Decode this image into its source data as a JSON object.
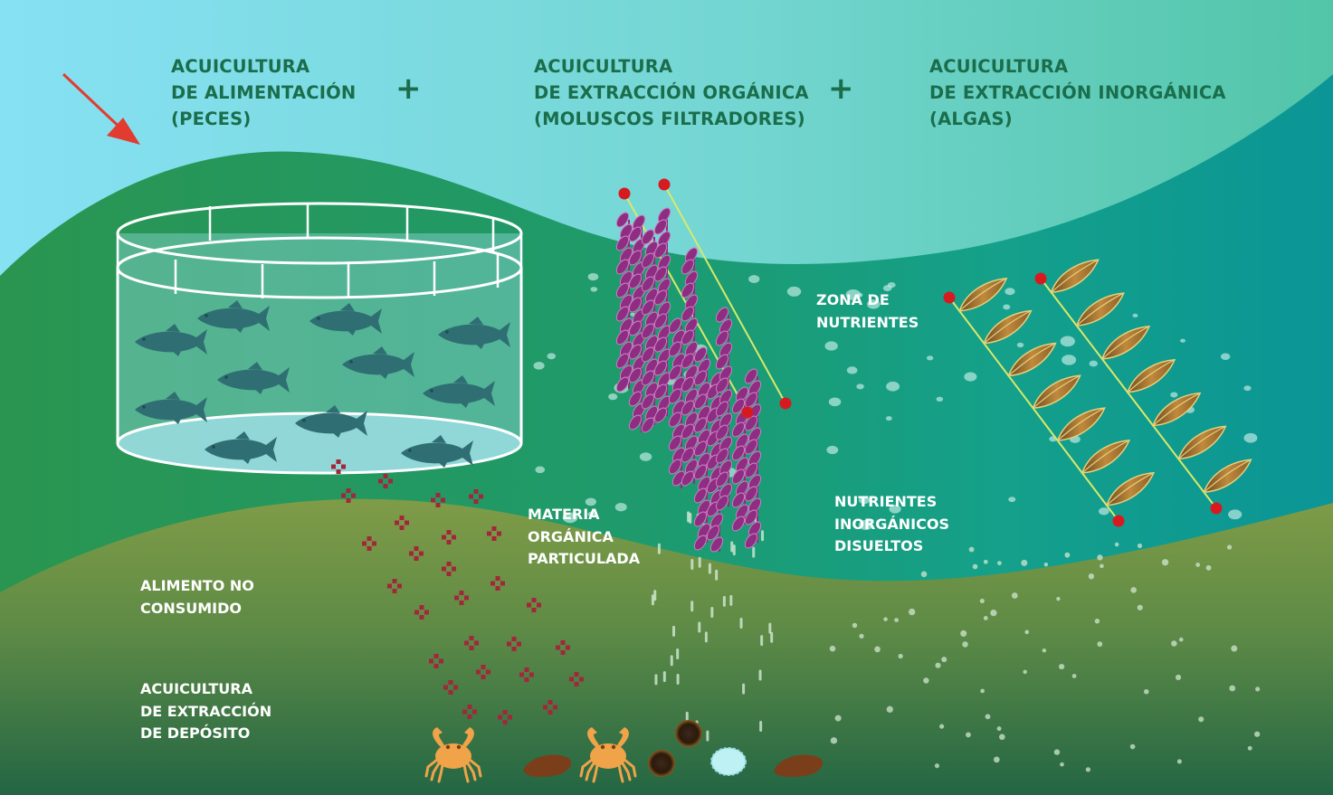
{
  "titles": {
    "feeding": [
      "ACUICULTURA",
      "DE ALIMENTACIÓN",
      "(PECES)"
    ],
    "organic": [
      "ACUICULTURA",
      "DE EXTRACCIÓN ORGÁNICA",
      "(MOLUSCOS FILTRADORES)"
    ],
    "inorganic": [
      "ACUICULTURA",
      "DE EXTRACCIÓN INORGÁNICA",
      "(ALGAS)"
    ],
    "plus": "+"
  },
  "labels": {
    "nutrient_zone": [
      "ZONA DE",
      "NUTRIENTES"
    ],
    "particulate": [
      "MATERIA",
      "ORGÁNICA",
      "PARTICULADA"
    ],
    "dissolved": [
      "NUTRIENTES",
      "INORGÁNICOS",
      "DISUELTOS"
    ],
    "unconsumed": [
      "ALIMENTO NO",
      "CONSUMIDO"
    ],
    "deposit": [
      "ACUICULTURA",
      "DE EXTRACCIÓN",
      "DE DEPÓSITO"
    ]
  },
  "colors": {
    "sky_top": "#86e1f3",
    "water_band": "#2f9a54",
    "sea_teal": "#0ea28e",
    "seabed_olive": "#7c9a45",
    "seabed_dark": "#276b45",
    "title_text": "#1a6e4c",
    "fish": "#2f6f73",
    "mussel": "#8e2d82",
    "kelp": "#a5712a",
    "buoy": "#d71a20",
    "line": "#d8e96a",
    "feed": "#a3263a",
    "crab": "#f0a349",
    "arrow": "#e23b2f"
  },
  "icons": [
    "arrow-icon",
    "fish-icon",
    "mussel-icon",
    "kelp-icon",
    "buoy-icon",
    "crab-icon",
    "sea-cucumber-icon",
    "sea-urchin-icon",
    "shell-icon",
    "feed-pellet-icon"
  ]
}
